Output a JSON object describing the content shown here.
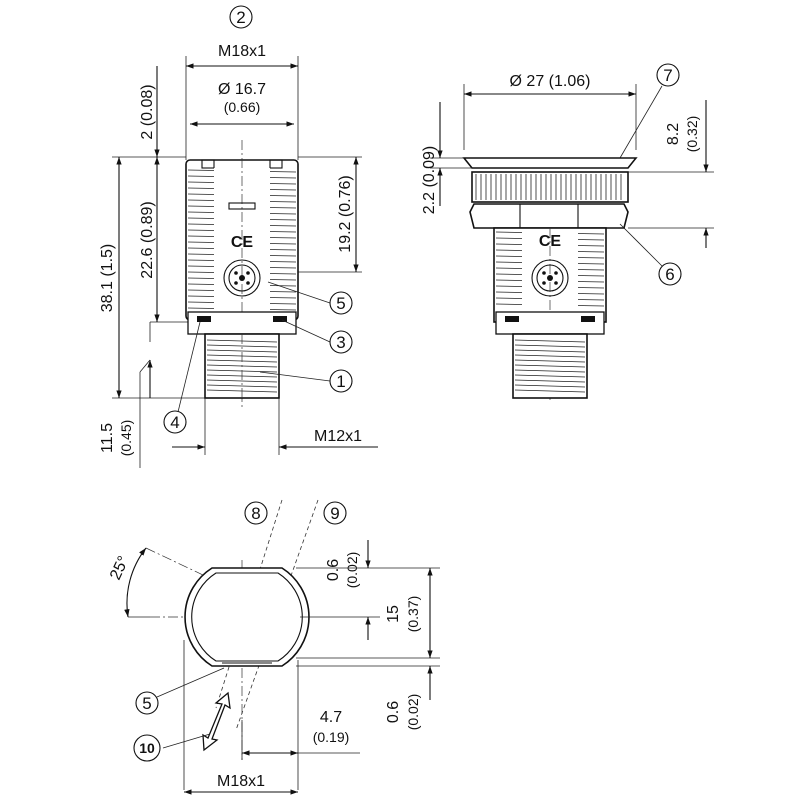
{
  "callouts": {
    "c1": "1",
    "c2": "2",
    "c3": "3",
    "c4": "4",
    "c5a": "5",
    "c5b": "5",
    "c6": "6",
    "c7": "7",
    "c8": "8",
    "c9": "9",
    "c10": "10"
  },
  "front_view": {
    "thread_top": "M18x1",
    "diameter": "Ø 16.7",
    "diameter_inch": "(0.66)",
    "top_offset": "2 (0.08)",
    "total_length": "38.1 (1.5)",
    "body_length": "22.6 (0.89)",
    "thread_length": "19.2 (0.76)",
    "connector_length": "11.5",
    "connector_length_inch": "(0.45)",
    "thread_bottom": "M12x1",
    "ce_mark": "CE"
  },
  "side_view": {
    "nut_diameter": "Ø 27 (1.06)",
    "cap_height": "2.2 (0.09)",
    "flange_height": "8.2",
    "flange_height_inch": "(0.32)",
    "ce_mark": "CE"
  },
  "top_view": {
    "angle": "25°",
    "flat_top": "0.6",
    "flat_top_inch": "(0.02)",
    "width": "15",
    "width_inch": "(0.37)",
    "flat_bottom": "0.6",
    "flat_bottom_inch": "(0.02)",
    "offset": "4.7",
    "offset_inch": "(0.19)",
    "thread": "M18x1"
  }
}
